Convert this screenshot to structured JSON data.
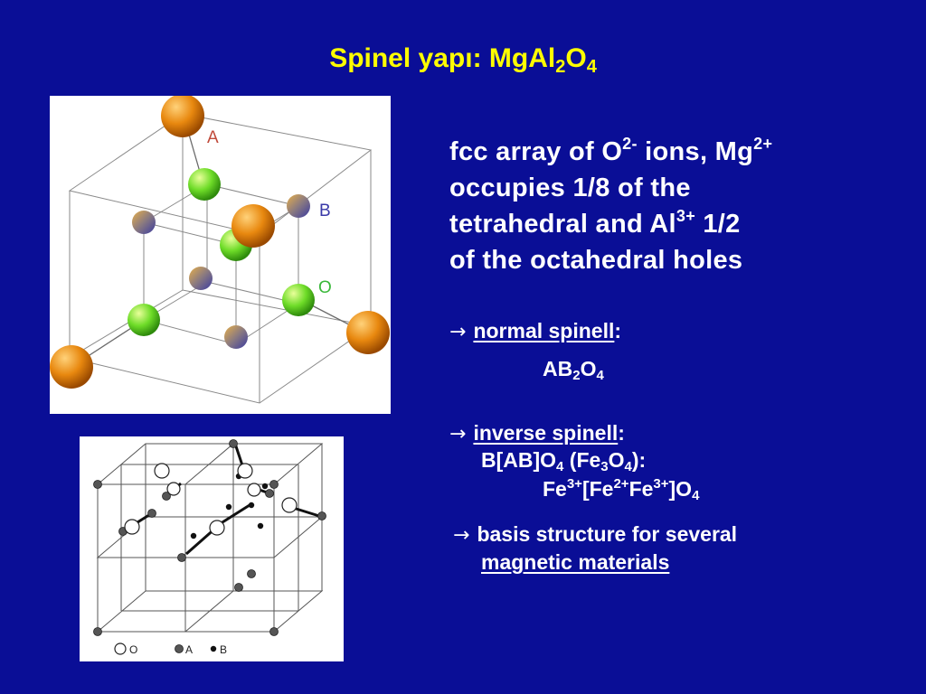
{
  "slide": {
    "title": {
      "main": "Spinel yapı: MgAl",
      "sub1": "2",
      "mid": "O",
      "sub2": "4"
    },
    "description": {
      "l1a": "fcc array of O",
      "l1sup1": "2-",
      "l1b": " ions, Mg",
      "l1sup2": "2+",
      "l2": "occupies 1/8 of the",
      "l3a": "tetrahedral and Al",
      "l3sup": "3+",
      "l3b": " 1/2",
      "l4": "of the octahedral holes"
    },
    "normal": {
      "arrow": "→",
      "label": "normal spinell",
      "colon": ":",
      "f_a": "AB",
      "f_s1": "2",
      "f_b": "O",
      "f_s2": "4"
    },
    "inverse": {
      "arrow": "→",
      "label": "inverse spinell",
      "colon": ":",
      "l2a": "B[AB]O",
      "l2s1": "4",
      "l2b": " (Fe",
      "l2s2": "3",
      "l2c": "O",
      "l2s3": "4",
      "l2d": "):",
      "l3a": "Fe",
      "l3p1": "3+",
      "l3b": "[Fe",
      "l3p2": "2+",
      "l3c": "Fe",
      "l3p3": "3+",
      "l3d": "]O",
      "l3s": "4"
    },
    "basis": {
      "arrow": "→",
      "line1": "basis structure for several",
      "line2": "magnetic materials"
    },
    "figure1": {
      "label_a": "A",
      "label_b": "B",
      "label_o": "O"
    },
    "figure2": {
      "legend_o": "O",
      "legend_a": "A",
      "legend_b": "B"
    },
    "colors": {
      "background": "#0a0e96",
      "title": "#ffff00",
      "text": "#ffffff",
      "sphere_a": "#e07d0e",
      "sphere_b": "#5a5a9c",
      "sphere_o": "#6edc28"
    }
  }
}
